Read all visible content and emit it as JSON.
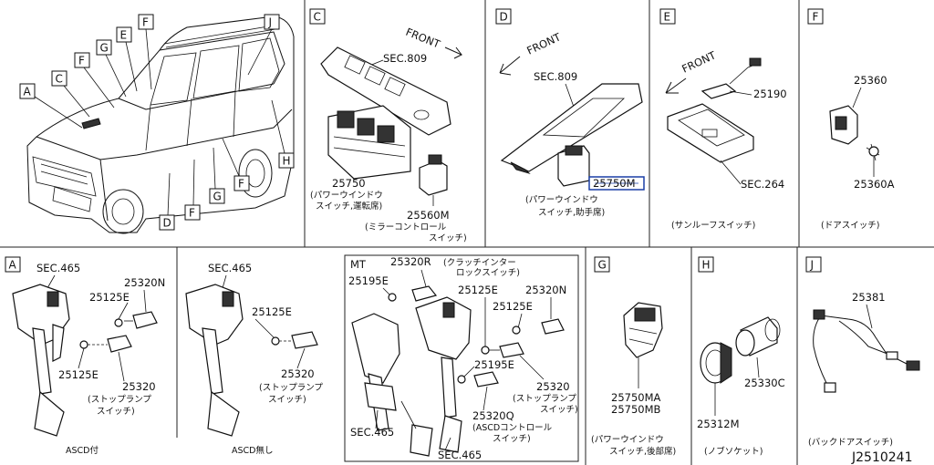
{
  "panels": {
    "vehicle": {
      "callouts": [
        "A",
        "C",
        "F",
        "G",
        "E",
        "F",
        "J",
        "H",
        "D",
        "F",
        "G",
        "F"
      ]
    },
    "C": {
      "letter": "C",
      "front": "FRONT",
      "sec": "SEC.809",
      "part1": "25750",
      "part1_desc1": "(パワーウインドウ",
      "part1_desc2": "スイッチ,運転席)",
      "part2": "25560M",
      "part2_desc1": "(ミラーコントロール",
      "part2_desc2": "スイッチ)"
    },
    "D": {
      "letter": "D",
      "front": "FRONT",
      "sec": "SEC.809",
      "part": "25750M",
      "desc1": "(パワーウインドウ",
      "desc2": "スイッチ,助手席)"
    },
    "E": {
      "letter": "E",
      "front": "FRONT",
      "part": "25190",
      "sec": "SEC.264",
      "desc": "(サンルーフスイッチ)"
    },
    "F": {
      "letter": "F",
      "part1": "25360",
      "part2": "25360A",
      "desc": "(ドアスイッチ)"
    },
    "A": {
      "letter": "A",
      "left": {
        "sec": "SEC.465",
        "p1": "25125E",
        "p2": "25320N",
        "p3": "25125E",
        "p4": "25320",
        "desc1": "(ストップランプ",
        "desc2": "スイッチ)",
        "caption": "ASCD付"
      },
      "middle": {
        "sec": "SEC.465",
        "p1": "25125E",
        "p2": "25320",
        "desc1": "(ストップランプ",
        "desc2": "スイッチ)",
        "caption": "ASCD無し"
      },
      "mt": {
        "label": "MT",
        "p_r": "25320R",
        "p_r_desc1": "(クラッチインター",
        "p_r_desc2": "ロックスイッチ)",
        "p_195a": "25195E",
        "p_125a": "25125E",
        "p_320n": "25320N",
        "p_125b": "25125E",
        "p_195b": "25195E",
        "p_320": "25320",
        "p_320_desc1": "(ストップランプ",
        "p_320_desc2": "スイッチ)",
        "p_q": "25320Q",
        "p_q_desc1": "(ASCDコントロール",
        "p_q_desc2": "スイッチ)",
        "sec1": "SEC.465",
        "sec2": "SEC.465"
      }
    },
    "G": {
      "letter": "G",
      "part1": "25750MA",
      "part2": "25750MB",
      "desc1": "(パワーウインドウ",
      "desc2": "スイッチ,後部席)"
    },
    "H": {
      "letter": "H",
      "part1": "25330C",
      "part2": "25312M",
      "desc": "(ノブソケット)"
    },
    "J": {
      "letter": "J",
      "part": "25381",
      "desc": "(バックドアスイッチ)"
    }
  },
  "diagram_code": "J2510241"
}
